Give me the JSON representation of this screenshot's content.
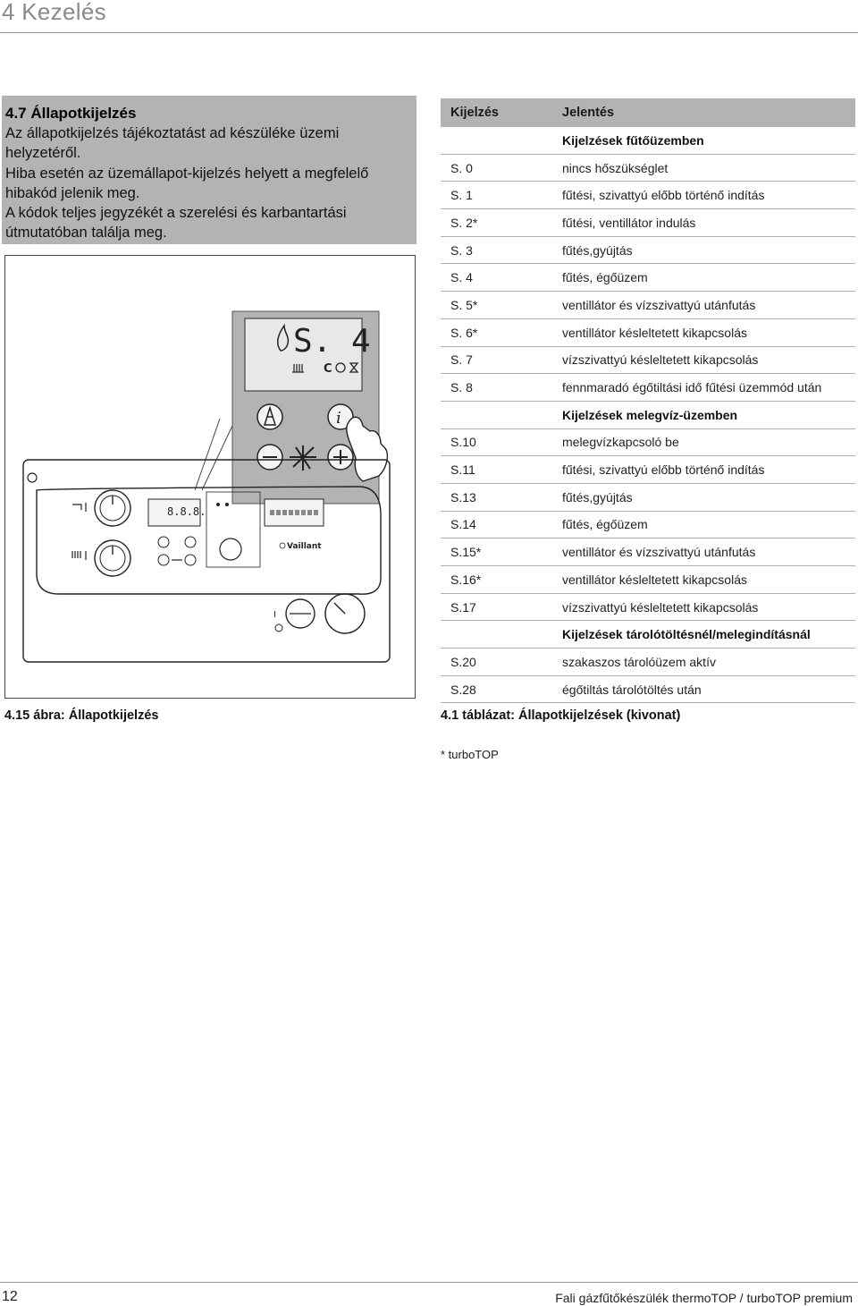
{
  "header": {
    "chapter": "4 Kezelés"
  },
  "intro": {
    "heading": "4.7 Állapotkijelzés",
    "lines": [
      "Az állapotkijelzés tájékoztatást ad készüléke üzemi",
      "helyzetéről.",
      "Hiba esetén az üzemállapot-kijelzés helyett a megfelelő",
      "hibakód jelenik meg.",
      "A kódok teljes jegyzékét a szerelési és karbantartási",
      "útmutatóban találja meg."
    ]
  },
  "figure": {
    "display_text": "S. 4",
    "mini_display": "8.8.8.",
    "caption": "4.15 ábra: Állapotkijelzés"
  },
  "table": {
    "col_code": "Kijelzés",
    "col_meaning": "Jelentés",
    "rows": [
      {
        "code": "",
        "meaning": "Kijelzések fűtőüzemben",
        "section": true
      },
      {
        "code": "S. 0",
        "meaning": "nincs hőszükséglet"
      },
      {
        "code": "S. 1",
        "meaning": "fűtési, szivattyú előbb történő indítás"
      },
      {
        "code": "S. 2*",
        "meaning": "fűtési, ventillátor indulás"
      },
      {
        "code": "S. 3",
        "meaning": "fűtés,gyújtás"
      },
      {
        "code": "S. 4",
        "meaning": "fűtés, égőüzem"
      },
      {
        "code": "S. 5*",
        "meaning": "ventillátor és vízszivattyú utánfutás"
      },
      {
        "code": "S. 6*",
        "meaning": "ventillátor késleltetett kikapcsolás"
      },
      {
        "code": "S. 7",
        "meaning": "vízszivattyú késleltetett kikapcsolás"
      },
      {
        "code": "S. 8",
        "meaning": "fennmaradó égőtiltási idő fűtési üzemmód után"
      },
      {
        "code": "",
        "meaning": "Kijelzések melegvíz-üzemben",
        "section": true
      },
      {
        "code": "S.10",
        "meaning": "melegvízkapcsoló be"
      },
      {
        "code": "S.11",
        "meaning": "fűtési, szivattyú előbb történő indítás"
      },
      {
        "code": "S.13",
        "meaning": "fűtés,gyújtás"
      },
      {
        "code": "S.14",
        "meaning": "fűtés, égőüzem"
      },
      {
        "code": "S.15*",
        "meaning": "ventillátor és vízszivattyú utánfutás"
      },
      {
        "code": "S.16*",
        "meaning": "ventillátor késleltetett kikapcsolás"
      },
      {
        "code": "S.17",
        "meaning": "vízszivattyú késleltetett kikapcsolás"
      },
      {
        "code": "",
        "meaning": "Kijelzések tárolótöltésnél/melegindításnál",
        "section": true
      },
      {
        "code": "S.20",
        "meaning": "szakaszos tárolóüzem aktív"
      },
      {
        "code": "S.28",
        "meaning": "égőtiltás tárolótöltés után"
      }
    ],
    "caption": "4.1 táblázat: Állapotkijelzések (kivonat)",
    "footnote": "* turboTOP"
  },
  "footer": {
    "page_number": "12",
    "title": "Fali gázfűtőkészülék thermoTOP / turboTOP premium"
  },
  "colors": {
    "box_gray": "#b3b3b3",
    "panel_gray": "#b3b3b3",
    "text": "#1a1a1a"
  },
  "icons": [
    "flame-icon",
    "radiator-icon",
    "hourglass-icon",
    "chimney-sweep-icon",
    "info-icon",
    "minus-icon",
    "plus-icon",
    "fan-icon",
    "hand-icon"
  ]
}
